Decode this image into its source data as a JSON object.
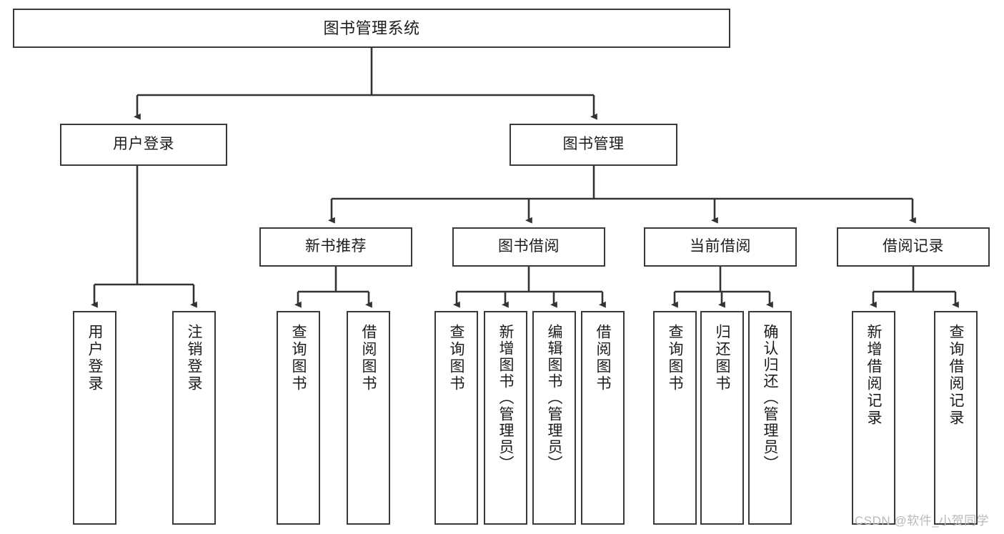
{
  "diagram": {
    "title": "图书管理系统",
    "type": "tree",
    "watermark": "CSDN @软件_小贺同学",
    "colors": {
      "box_border": "#3a3a3a",
      "box_fill": "#ffffff",
      "line": "#333333",
      "text": "#1c1c1c",
      "watermark": "#b9b9b9"
    },
    "nodes": {
      "root": {
        "label": "图书管理系统"
      },
      "level2": [
        {
          "label": "用户登录"
        },
        {
          "label": "图书管理"
        }
      ],
      "level3": [
        {
          "label": "新书推荐"
        },
        {
          "label": "图书借阅"
        },
        {
          "label": "当前借阅"
        },
        {
          "label": "借阅记录"
        }
      ],
      "leaves_user_login": [
        {
          "label": "用户登录"
        },
        {
          "label": "注销登录"
        }
      ],
      "leaves_new_book": [
        {
          "label": "查询图书"
        },
        {
          "label": "借阅图书"
        }
      ],
      "leaves_borrow": [
        {
          "label": "查询图书"
        },
        {
          "label": "新增图书（管理员）"
        },
        {
          "label": "编辑图书（管理员）"
        },
        {
          "label": "借阅图书"
        }
      ],
      "leaves_current": [
        {
          "label": "查询图书"
        },
        {
          "label": "归还图书"
        },
        {
          "label": "确认归还（管理员）"
        }
      ],
      "leaves_record": [
        {
          "label": "新增借阅记录"
        },
        {
          "label": "查询借阅记录"
        }
      ]
    }
  }
}
